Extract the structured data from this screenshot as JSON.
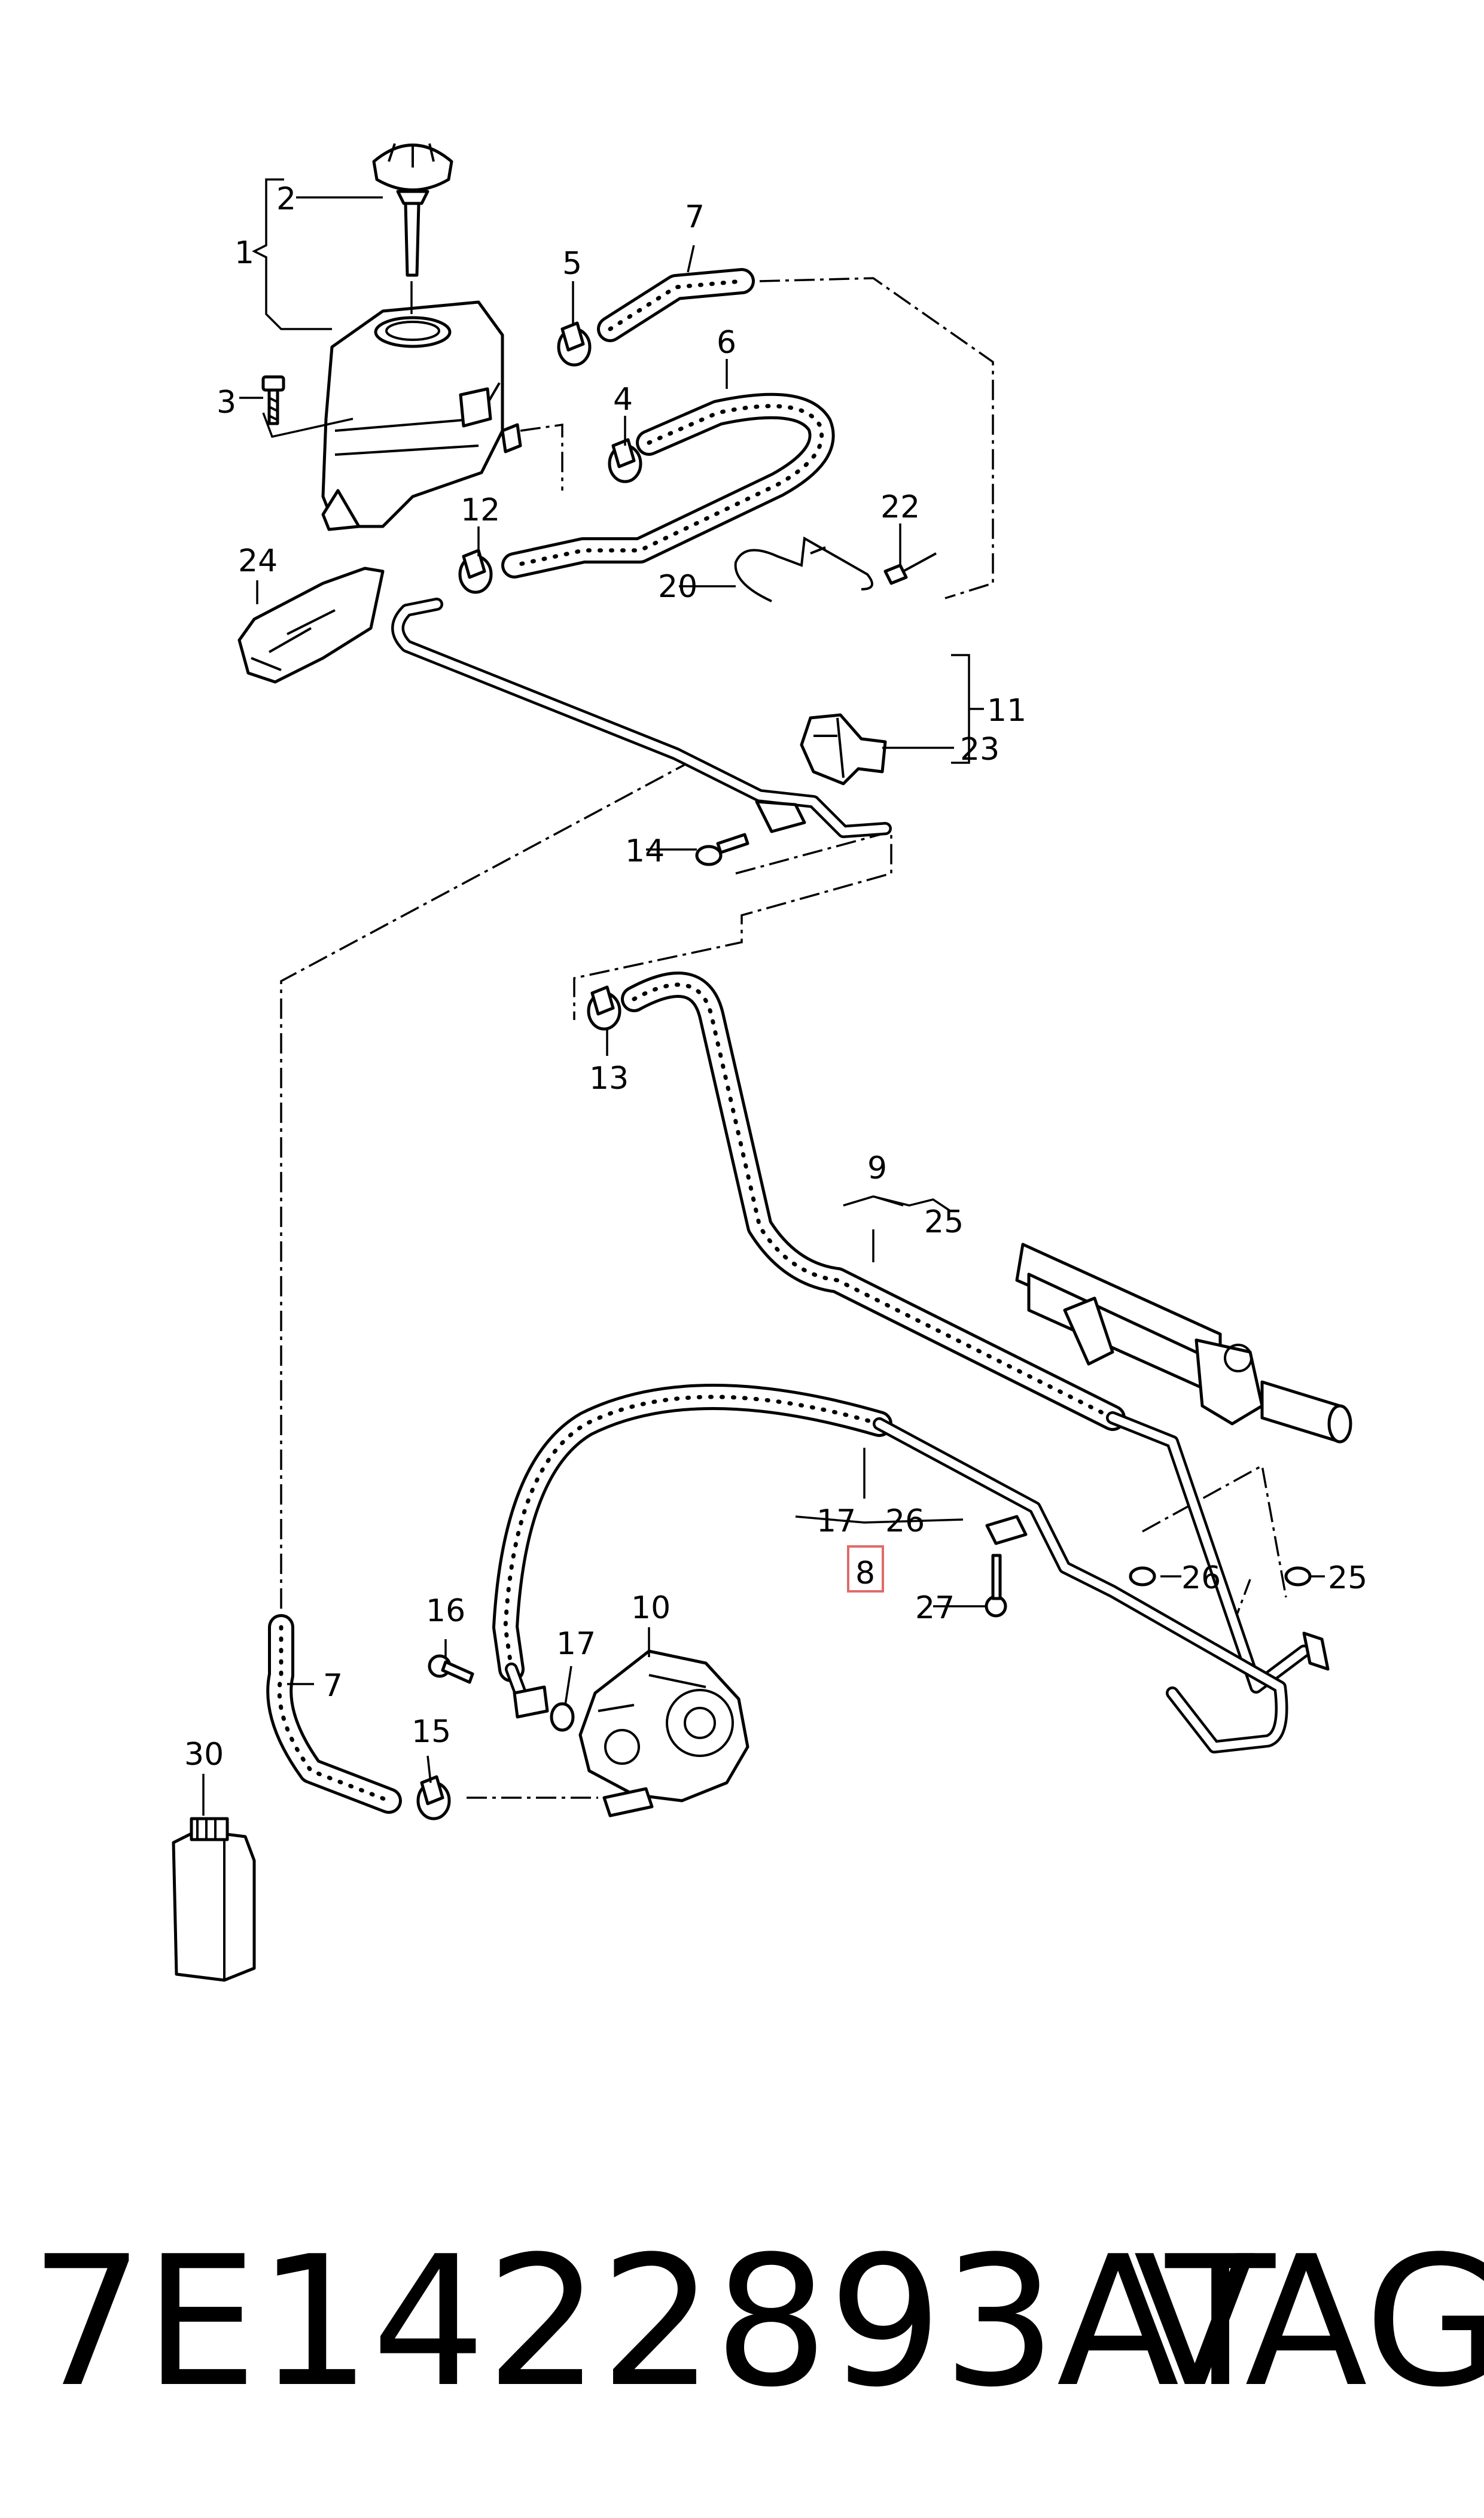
{
  "callouts": {
    "c1": "1",
    "c2": "2",
    "c3": "3",
    "c4": "4",
    "c5": "5",
    "c6": "6",
    "c7_top": "7",
    "c7_bottom": "7",
    "c8": "8",
    "c9": "9",
    "c10": "10",
    "c11": "11",
    "c12": "12",
    "c13": "13",
    "c14": "14",
    "c15": "15",
    "c16": "16",
    "c17_pump": "17",
    "c17_line": "17",
    "c20": "20",
    "c22": "22",
    "c23": "23",
    "c24": "24",
    "c25_line": "25",
    "c25_ring": "25",
    "c26_line": "26",
    "c26_ring": "26",
    "c27": "27",
    "c30": "30"
  },
  "footer": {
    "part_number": "7E1422893AT",
    "brand": "VAG"
  }
}
